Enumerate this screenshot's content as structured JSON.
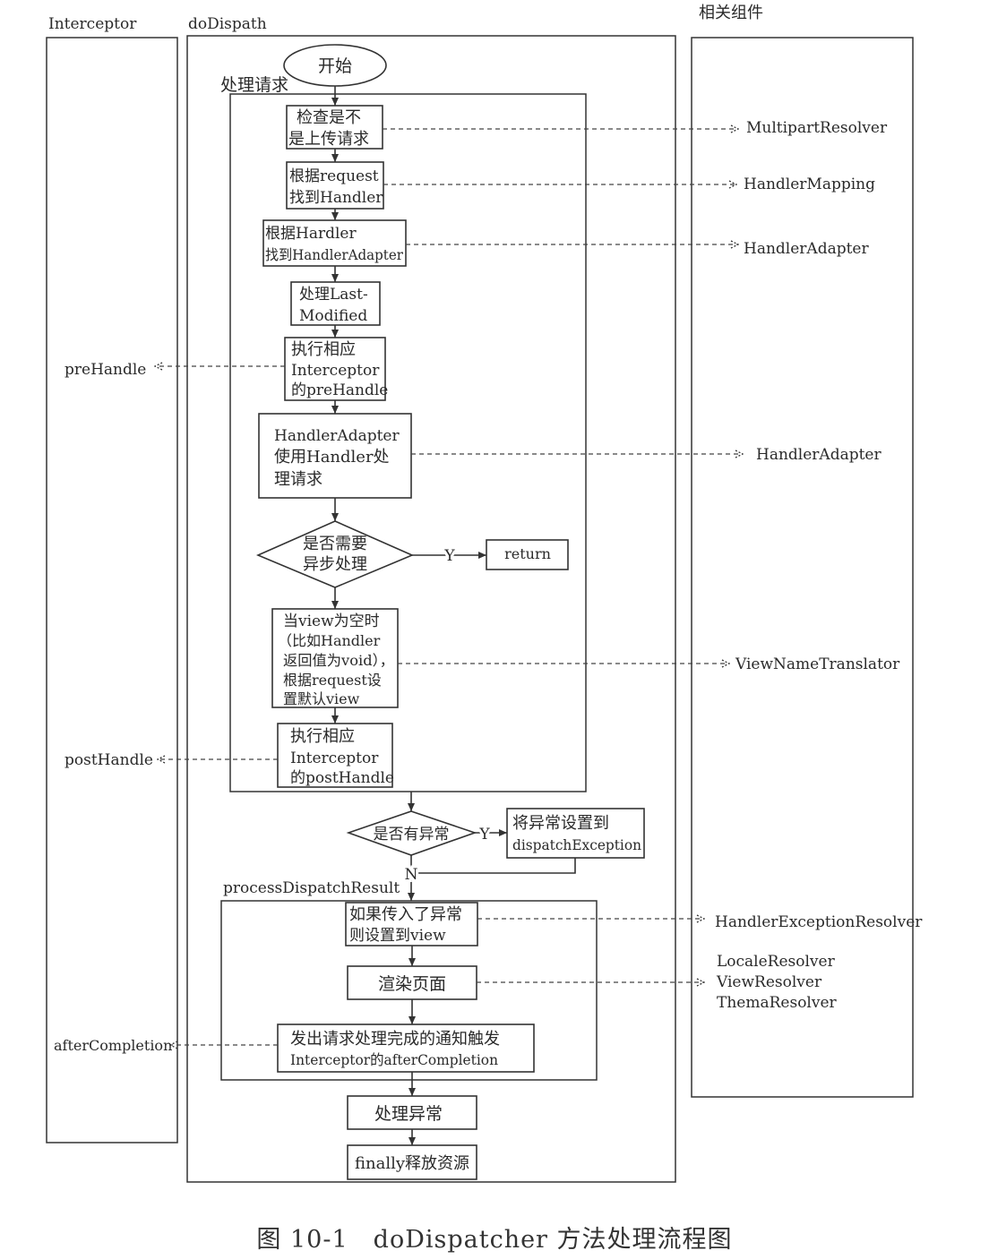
{
  "lanes": {
    "interceptor": "Interceptor",
    "dodispatch": "doDispath",
    "components": "相关组件"
  },
  "groups": {
    "handle_request": "处理请求",
    "process_dispatch_result": "processDispatchResult"
  },
  "nodes": {
    "start": "开始",
    "check_upload": [
      "检查是不",
      "是上传请求"
    ],
    "find_handler": [
      "根据request",
      "找到Handler"
    ],
    "find_adapter": [
      "根据Hardler",
      "找到HandlerAdapter"
    ],
    "last_modified": [
      "处理Last-",
      "Modified"
    ],
    "prehandle_exec": [
      "执行相应",
      "Interceptor",
      "的preHandle"
    ],
    "adapter_handle": [
      "HandlerAdapter",
      "使用Handler处",
      "理请求"
    ],
    "async_decision": [
      "是否需要",
      "异步处理"
    ],
    "return": "return",
    "default_view": [
      "当view为空时",
      "（比如Handler",
      "返回值为void），",
      "根据request设",
      "置默认view"
    ],
    "posthandle_exec": [
      "执行相应",
      "Interceptor",
      "的postHandle"
    ],
    "exception_decision": "是否有异常",
    "set_exception": [
      "将异常设置到",
      "dispatchException"
    ],
    "handle_passed_exception": [
      "如果传入了异常",
      "则设置到view"
    ],
    "render_page": "渲染页面",
    "notify_completion": [
      "发出请求处理完成的通知触发",
      "Interceptor的afterCompletion"
    ],
    "handle_exception": "处理异常",
    "finally_release": "finally释放资源"
  },
  "edge_labels": {
    "yes": "Y",
    "no": "N"
  },
  "interceptor_methods": {
    "pre": "preHandle",
    "post": "postHandle",
    "after": "afterCompletion"
  },
  "components": {
    "multipart": "MultipartResolver",
    "mapping": "HandlerMapping",
    "adapter_1": "HandlerAdapter",
    "adapter_2": "HandlerAdapter",
    "view_name": "ViewNameTranslator",
    "exception_resolver": "HandlerExceptionResolver",
    "resolvers": [
      "LocaleResolver",
      "ViewResolver",
      "ThemaResolver"
    ]
  },
  "caption": "图 10-1　doDispatcher 方法处理流程图"
}
